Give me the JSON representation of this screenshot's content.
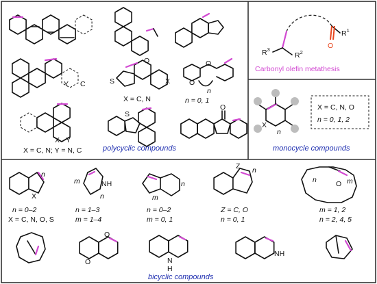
{
  "colors": {
    "alkene": "#d24ad2",
    "carbonyl": "#e8461e",
    "caption": "#1f2fb0",
    "panel_border": "#333333",
    "substituent": "#bdbdbd"
  },
  "captions": {
    "polycyclic": "polycyclic compounds",
    "monocycle": "monocycle compounds",
    "bicyclic": "bicyclic compounds",
    "metathesis": "Carbonyl olefin metathesis"
  },
  "metathesis": {
    "o_label": "O",
    "r1_label": "R",
    "r1_sup": "1",
    "r2_label": "R",
    "r2_sup": "2",
    "r3_label": "R",
    "r3_sup": "3"
  },
  "polycyclic": {
    "thiophene_s": "S",
    "thiophene_x": "X",
    "thiophene_cond": "X = C, N",
    "pyran_o": "O",
    "tricyclic_o1": "O",
    "tricyclic_o2": "O",
    "tricyclic_n": "n",
    "tricyclic_cond": "n = 0, 1",
    "aza_y": "Y",
    "chrysene_x": "X",
    "chrysene_y": "Y",
    "chrysene_cond": "X = C, N; Y = N, C",
    "dibenzothiophene_s": "S",
    "fluorenone_o": "O"
  },
  "monocycle": {
    "ring_x": "X",
    "ring_n": "n",
    "cond_line1": "X = C, N, O",
    "cond_line2": "n  =  0, 1, 2"
  },
  "bicyclic": {
    "b1_x": "X",
    "b1_n": "n",
    "b1_cond1": "n = 0–2",
    "b1_cond2": "X = C, N, O, S",
    "b2_m": "m",
    "b2_nh": "NH",
    "b2_n": "n",
    "b2_cond1": "n = 1–3",
    "b2_cond2": "m = 1–4",
    "b3_m": "m",
    "b3_n": "n",
    "b3_cond1": "n = 0–2",
    "b3_cond2": "m = 0, 1",
    "b4_z": "Z",
    "b4_n": "n",
    "b4_cond1": "Z = C, O",
    "b4_cond2": "n = 0, 1",
    "b5_n": "n",
    "b5_o": "O",
    "b5_m": "m",
    "b5_cond1": "m = 1, 2",
    "b5_cond2": "n = 2, 4, 5",
    "pyran_o1": "O",
    "pyran_o2": "O",
    "quinoline_nh": "N",
    "quinoline_h": "H",
    "isoquinoline_nh": "NH"
  }
}
